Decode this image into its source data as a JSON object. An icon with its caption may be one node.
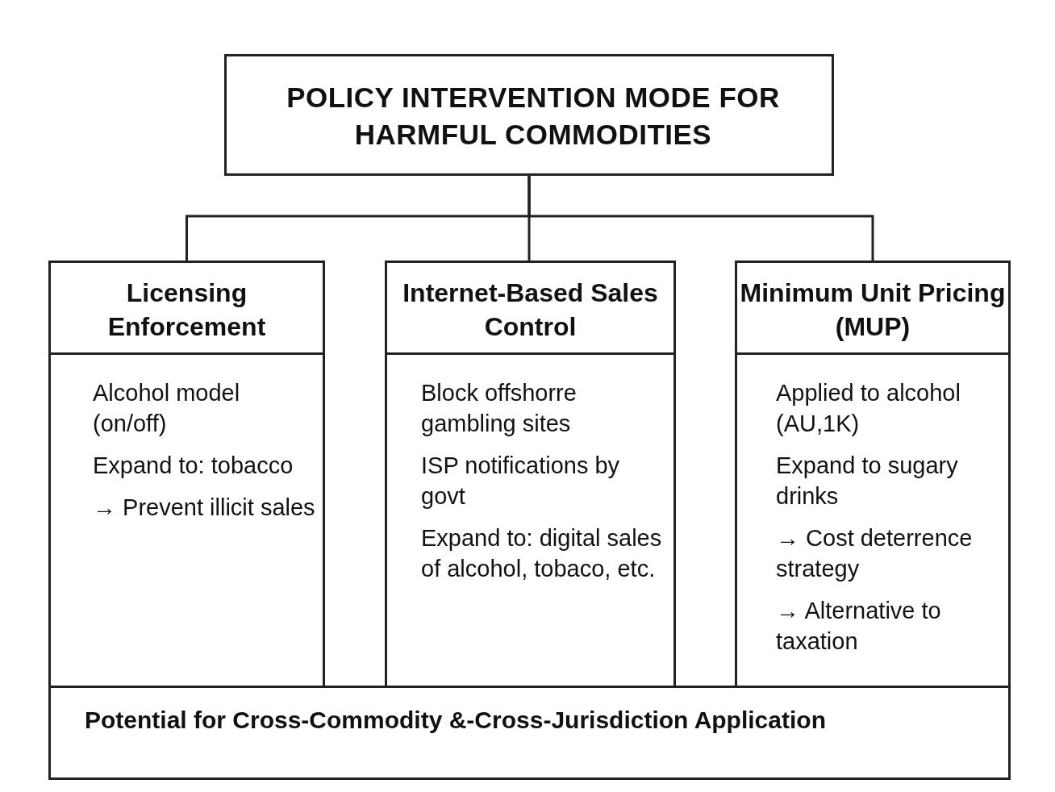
{
  "diagram": {
    "nodes": [
      {
        "text": [
          "POLICY INTERVENTION MODE FOR HARMFUL COMMODITIES"
        ]
      },
      {
        "text": [
          "Licensing Enforcement",
          "Alcohol model (on/off)",
          "Expand to: tobacco",
          "→ Prevent illicit sales"
        ]
      },
      {
        "text": [
          "Internet-Based Sales Control",
          "Block offshorre gambling sites",
          "ISP notifications by govt",
          "Expand to: digital sales of alcohol, tobaco, etc."
        ]
      },
      {
        "text": [
          "Minimum Unit Pricing (MUP)",
          "Applied to alcohol (AU,1K)",
          "Expand to sugary drinks",
          "→ Cost deterrence strategy",
          "→ Alternative to taxation"
        ]
      },
      {
        "text": [
          "Potential for Cross-Commodity &-Cross-Jurisdiction Application"
        ]
      }
    ],
    "edges": [
      {
        "from": 0,
        "to": 1,
        "arrow": "none"
      },
      {
        "from": 0,
        "to": 2,
        "arrow": "none"
      },
      {
        "from": 0,
        "to": 3,
        "arrow": "none"
      }
    ]
  }
}
